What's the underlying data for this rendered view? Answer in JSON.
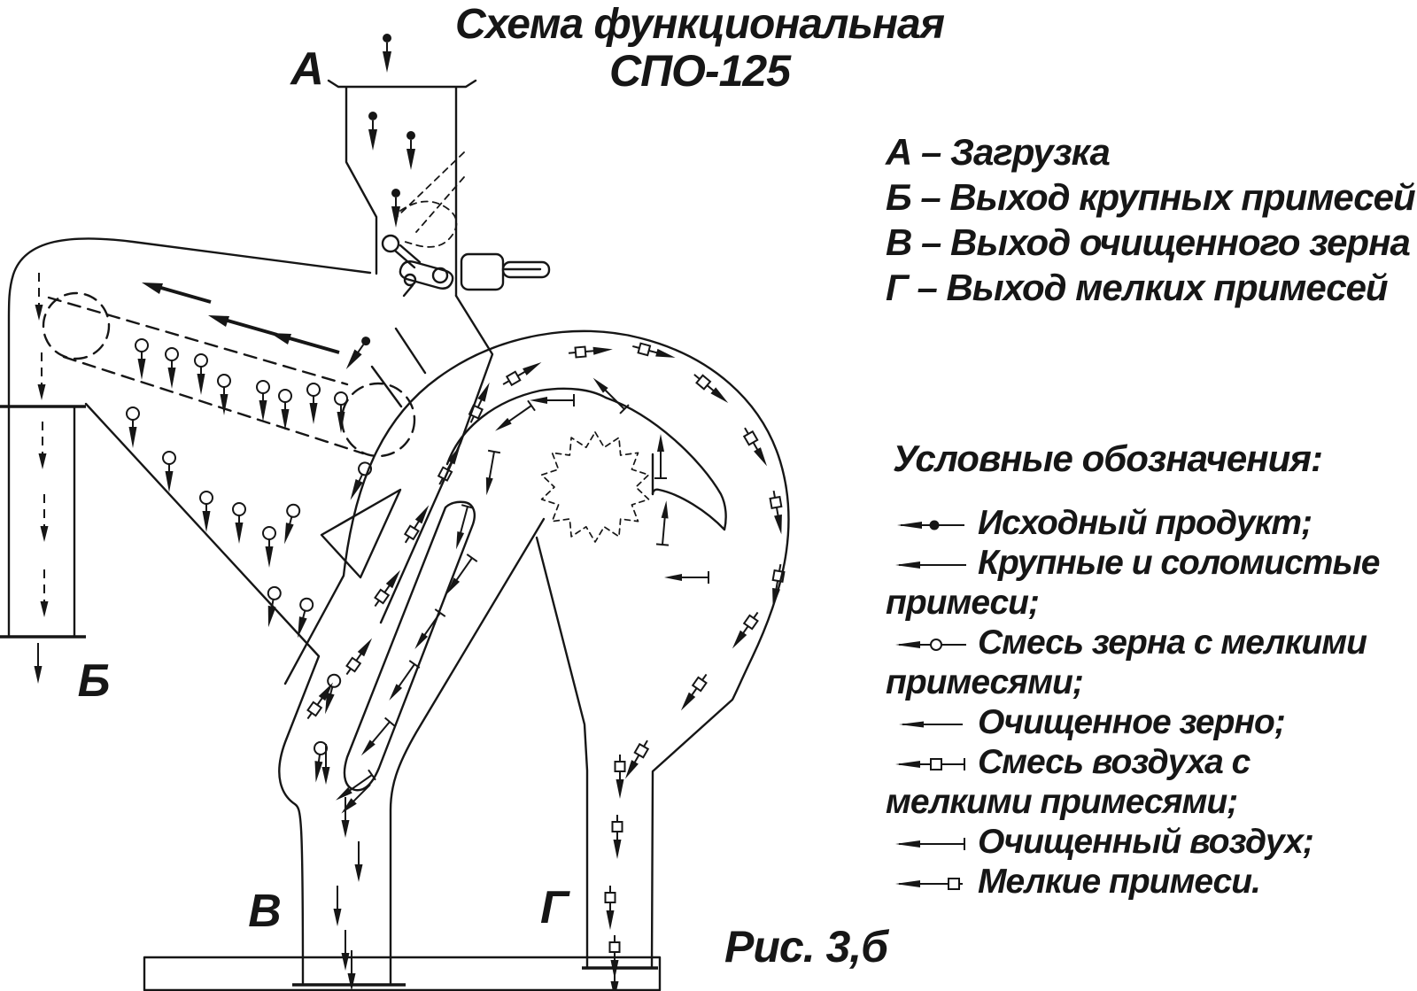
{
  "title": {
    "line1": "Схема функциональная",
    "line2": "СПО-125"
  },
  "figure_caption": "Рис. 3,б",
  "diagram": {
    "labels": {
      "load": "А",
      "large_impurities_out": "Б",
      "clean_grain_out": "В",
      "fine_impurities_out": "Г"
    }
  },
  "port_legend": {
    "items": [
      "А – Загрузка",
      "Б – Выход крупных примесей",
      "В – Выход очищенного зерна",
      "Г – Выход мелких примесей"
    ]
  },
  "symbols_section": {
    "heading": "Условные обозначения:",
    "items": [
      {
        "icon": "source-product",
        "text": "Исходный продукт;"
      },
      {
        "icon": "large-straw-impurities",
        "text": "Крупные и соломистые примеси;"
      },
      {
        "icon": "grain-fine-mix",
        "text": "Смесь зерна с мелкими примесями;"
      },
      {
        "icon": "cleaned-grain",
        "text": "Очищенное зерно;"
      },
      {
        "icon": "air-fine-mix",
        "text": "Смесь воздуха с мелкими примесями;"
      },
      {
        "icon": "cleaned-air",
        "text": "Очищенный воздух;"
      },
      {
        "icon": "fine-impurities",
        "text": "Мелкие примеси."
      }
    ]
  },
  "colors": {
    "ink": "#161616",
    "background": "#ffffff"
  }
}
